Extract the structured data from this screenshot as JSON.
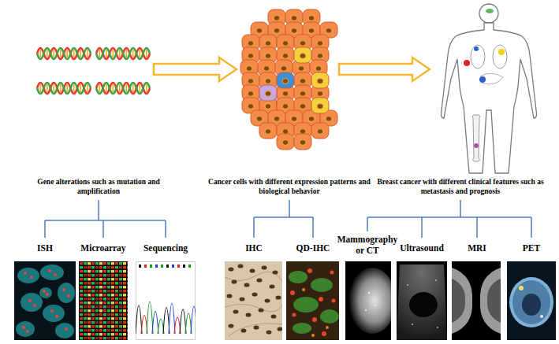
{
  "diagram": {
    "nodes": [
      {
        "text": [
          "Gene alterations such as mutation and amplification"
        ]
      },
      {
        "text": [
          "Cancer cells with different expression patterns and biological behavior"
        ]
      },
      {
        "text": [
          "Breast cancer with different clinical features such as metastasis and prognosis"
        ]
      }
    ],
    "edges": [
      {
        "from": 0,
        "to": 1,
        "arrow": "to"
      },
      {
        "from": 1,
        "to": 2,
        "arrow": "to"
      }
    ],
    "labels": [
      "ISH",
      "Microarray",
      "Sequencing",
      "IHC",
      "QD-IHC",
      "Mammography or CT",
      "Ultrasound",
      "MRI",
      "PET"
    ]
  }
}
